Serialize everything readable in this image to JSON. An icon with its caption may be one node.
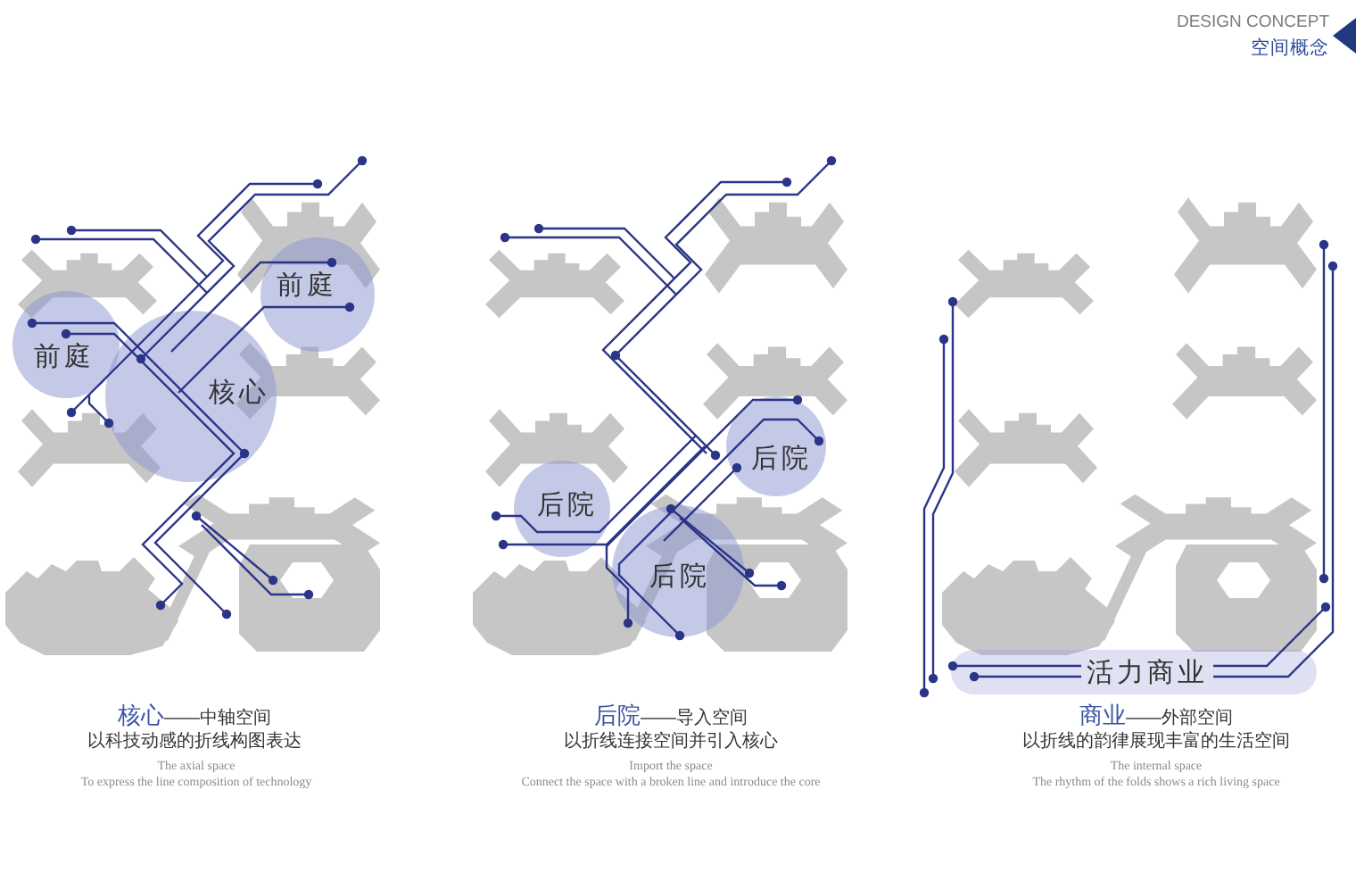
{
  "diagram": {
    "nodes": [
      {
        "text": [
          "前庭"
        ]
      },
      {
        "text": [
          "前庭"
        ]
      },
      {
        "text": [
          "核心"
        ]
      },
      {
        "text": [
          "后院"
        ]
      },
      {
        "text": [
          "后院"
        ]
      },
      {
        "text": [
          "后院"
        ]
      },
      {
        "text": [
          "活力商业"
        ]
      }
    ],
    "labels": [
      "DESIGN CONCEPT",
      "空间概念",
      "核心",
      "——中轴空间",
      "以科技动感的折线构图表达",
      "The axial space",
      "To express the line composition of technology",
      "后院",
      "——导入空间",
      "以折线连接空间并引入核心",
      "Import the space",
      "Connect the space with a broken line and introduce the core",
      "商业",
      "——外部空间",
      "以折线的韵律展现丰富的生活空间",
      "The internal space",
      "The rhythm of the folds shows a rich living space"
    ]
  }
}
